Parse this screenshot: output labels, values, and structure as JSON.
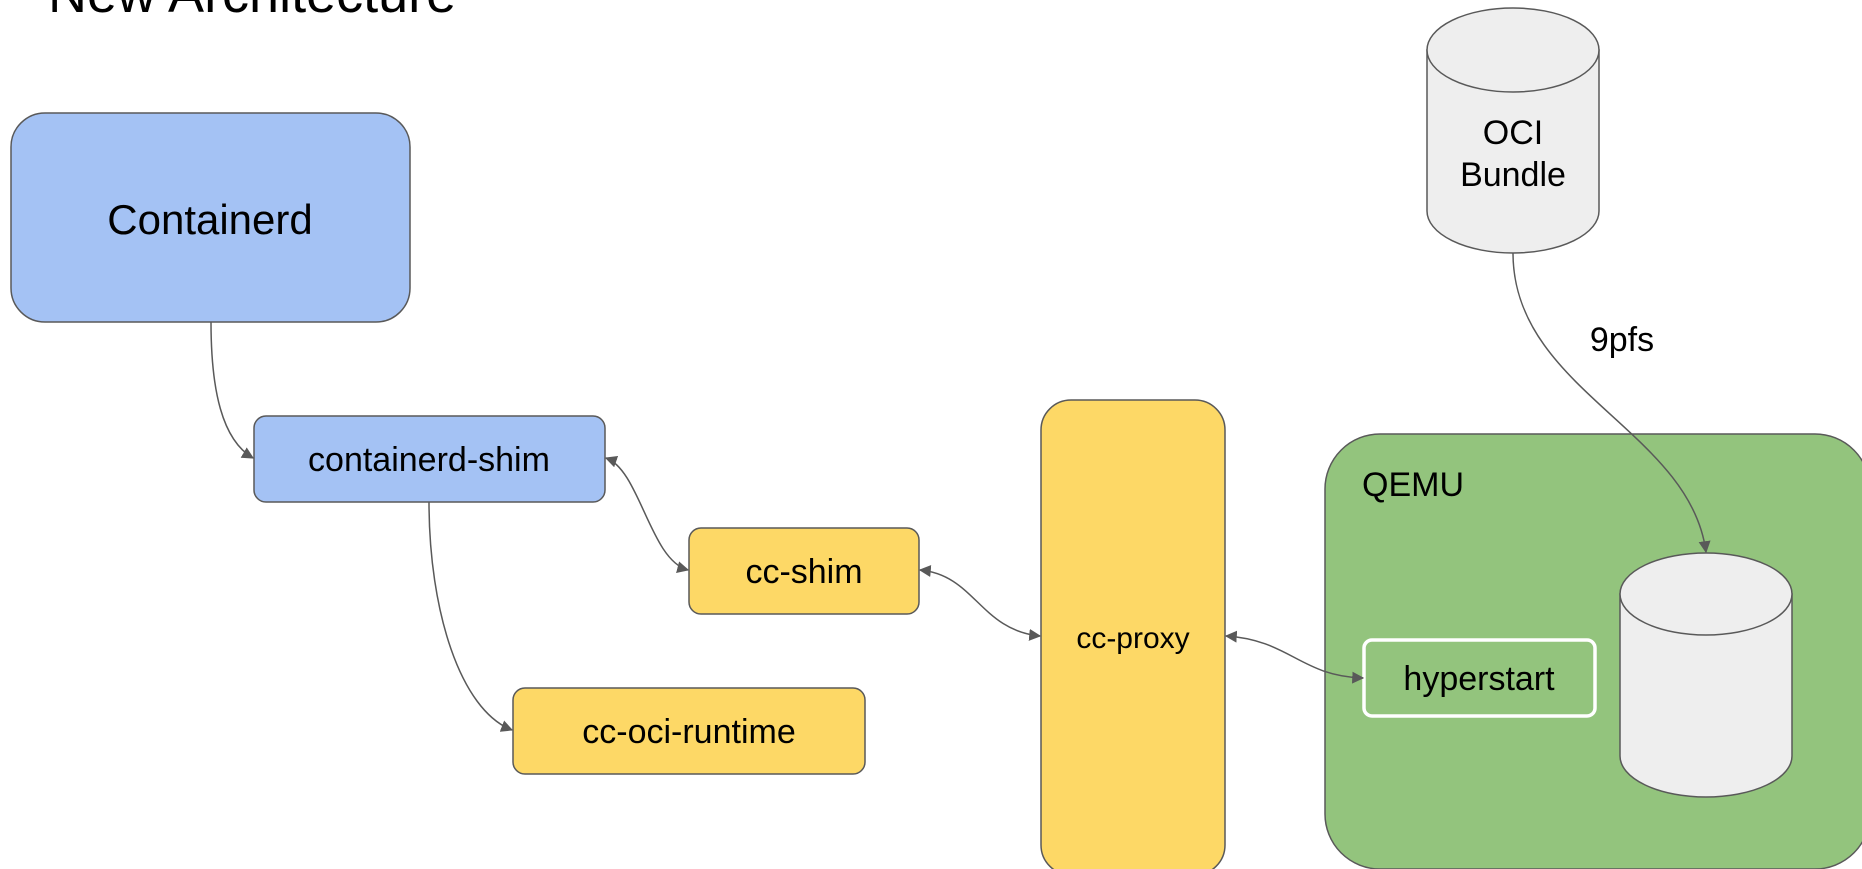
{
  "title": "New Architecture",
  "colors": {
    "blue_fill": "#a4c2f4",
    "yellow_fill": "#fdd866",
    "green_fill": "#93c47d",
    "gray_fill": "#eeeeee",
    "stroke": "#595959",
    "white_stroke": "#ffffff"
  },
  "nodes": {
    "containerd": "Containerd",
    "containerd_shim": "containerd-shim",
    "cc_shim": "cc-shim",
    "cc_oci_runtime": "cc-oci-runtime",
    "cc_proxy": "cc-proxy",
    "qemu": "QEMU",
    "hyperstart": "hyperstart",
    "oci_bundle_line1": "OCI",
    "oci_bundle_line2": "Bundle"
  },
  "edge_labels": {
    "ninepfs": "9pfs"
  }
}
